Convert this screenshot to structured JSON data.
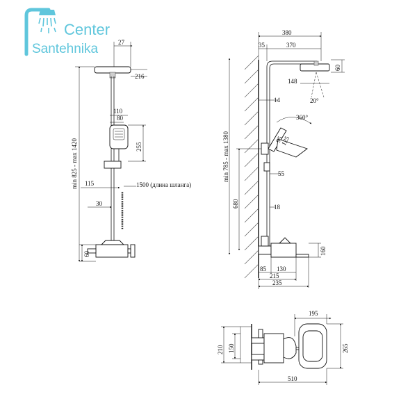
{
  "brand": {
    "line1": "Center",
    "line2": "Santehnika",
    "color": "#5fc6dc"
  },
  "left_view": {
    "labels": {
      "d27": "27",
      "d216": "216",
      "d110": "110",
      "d80": "80",
      "d255": "255",
      "d115": "115",
      "hose": "1500 (длина шланга)",
      "d30": "30",
      "d60": "60",
      "height": "min 825 - max 1420"
    }
  },
  "side_view": {
    "labels": {
      "d380": "380",
      "d35": "35",
      "d370": "370",
      "d60": "60",
      "d148": "148",
      "angle20": "20°",
      "d14": "14",
      "rot360": "360°",
      "d95": "95",
      "d125": "125",
      "d55": "55",
      "d680": "680",
      "d18": "18",
      "d160": "160",
      "d85": "85",
      "d130": "130",
      "d215": "215",
      "d235": "235",
      "height": "min 785 - max 1380"
    }
  },
  "plan_view": {
    "labels": {
      "d195": "195",
      "d265": "265",
      "d210": "210",
      "d150": "150",
      "d510": "510"
    }
  }
}
